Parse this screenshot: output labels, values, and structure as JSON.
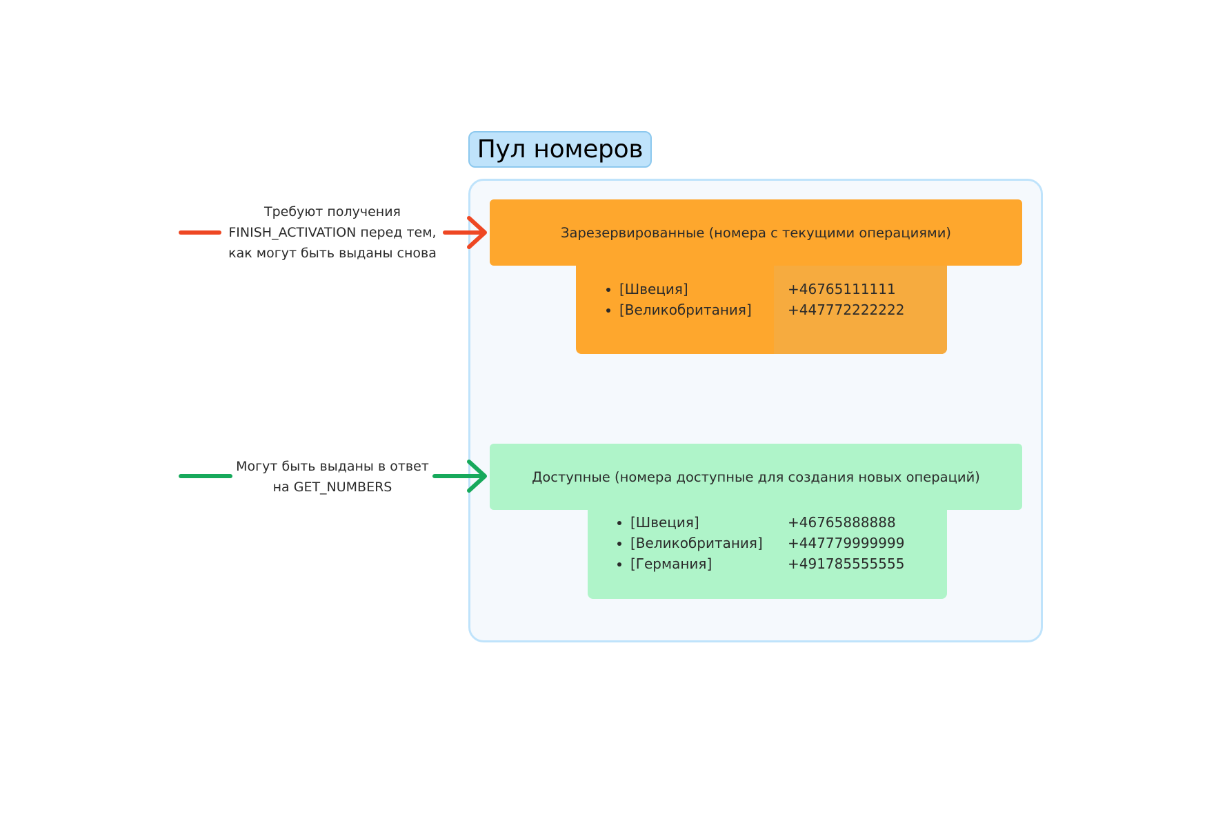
{
  "pool": {
    "title": "Пул номеров"
  },
  "reserved": {
    "header": "Зарезервированные (номера с текущими операциями)",
    "countries": [
      "[Швеция]",
      "[Великобритания]"
    ],
    "numbers": [
      "+46765111111",
      "+447772222222"
    ],
    "color": "#fea72d"
  },
  "available": {
    "header": "Доступные (номера доступные для создания новых операций)",
    "countries": [
      "[Швеция]",
      "[Великобритания]",
      "[Германия]"
    ],
    "numbers": [
      "+46765888888",
      "+447779999999",
      "+491785555555"
    ],
    "color": "#aff4c9"
  },
  "annotations": {
    "red": {
      "lines": [
        "Требуют получения",
        "FINISH_ACTIVATION перед тем,",
        "как могут быть выданы снова"
      ],
      "color": "#ee4723"
    },
    "green": {
      "lines": [
        "Могут быть выданы в ответ",
        "на GET_NUMBERS"
      ],
      "color": "#17a95b"
    }
  }
}
